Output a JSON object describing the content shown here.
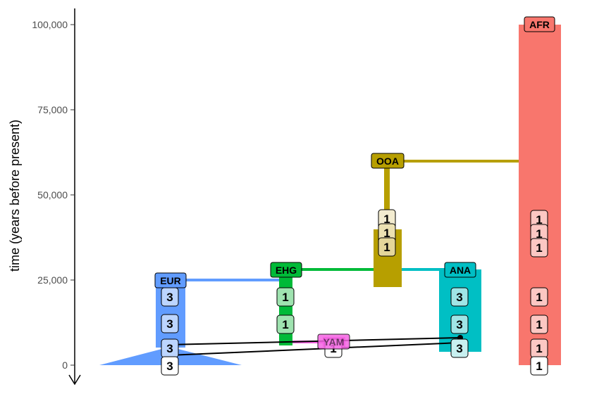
{
  "chart_data": {
    "type": "diagram",
    "ylabel": "time (years before present)",
    "y_ticks": [
      {
        "value": 0,
        "label": "0"
      },
      {
        "value": 25000,
        "label": "25,000"
      },
      {
        "value": 50000,
        "label": "50,000"
      },
      {
        "value": 75000,
        "label": "75,000"
      },
      {
        "value": 100000,
        "label": "100,000"
      }
    ],
    "populations": [
      {
        "name": "AFR",
        "color": "#F8766D"
      },
      {
        "name": "OOA",
        "color": "#B79F00"
      },
      {
        "name": "EHG",
        "color": "#00BA38"
      },
      {
        "name": "ANA",
        "color": "#00BFC4"
      },
      {
        "name": "EUR",
        "color": "#619CFF"
      },
      {
        "name": "YAM",
        "color": "#F564E3"
      }
    ],
    "sample_labels": [
      {
        "pop": "AFR",
        "text": "1"
      },
      {
        "pop": "AFR",
        "text": "1"
      },
      {
        "pop": "AFR",
        "text": "1"
      },
      {
        "pop": "AFR",
        "text": "1"
      },
      {
        "pop": "AFR",
        "text": "1"
      },
      {
        "pop": "AFR",
        "text": "1"
      },
      {
        "pop": "AFR",
        "text": "1"
      },
      {
        "pop": "OOA",
        "text": "1"
      },
      {
        "pop": "OOA",
        "text": "1"
      },
      {
        "pop": "OOA",
        "text": "1"
      },
      {
        "pop": "EHG",
        "text": "1"
      },
      {
        "pop": "EHG",
        "text": "1"
      },
      {
        "pop": "ANA",
        "text": "3"
      },
      {
        "pop": "ANA",
        "text": "3"
      },
      {
        "pop": "ANA",
        "text": "3"
      },
      {
        "pop": "EUR",
        "text": "3"
      },
      {
        "pop": "EUR",
        "text": "3"
      },
      {
        "pop": "EUR",
        "text": "3"
      },
      {
        "pop": "EUR",
        "text": "3"
      },
      {
        "pop": "YAM",
        "text": "1"
      }
    ]
  }
}
